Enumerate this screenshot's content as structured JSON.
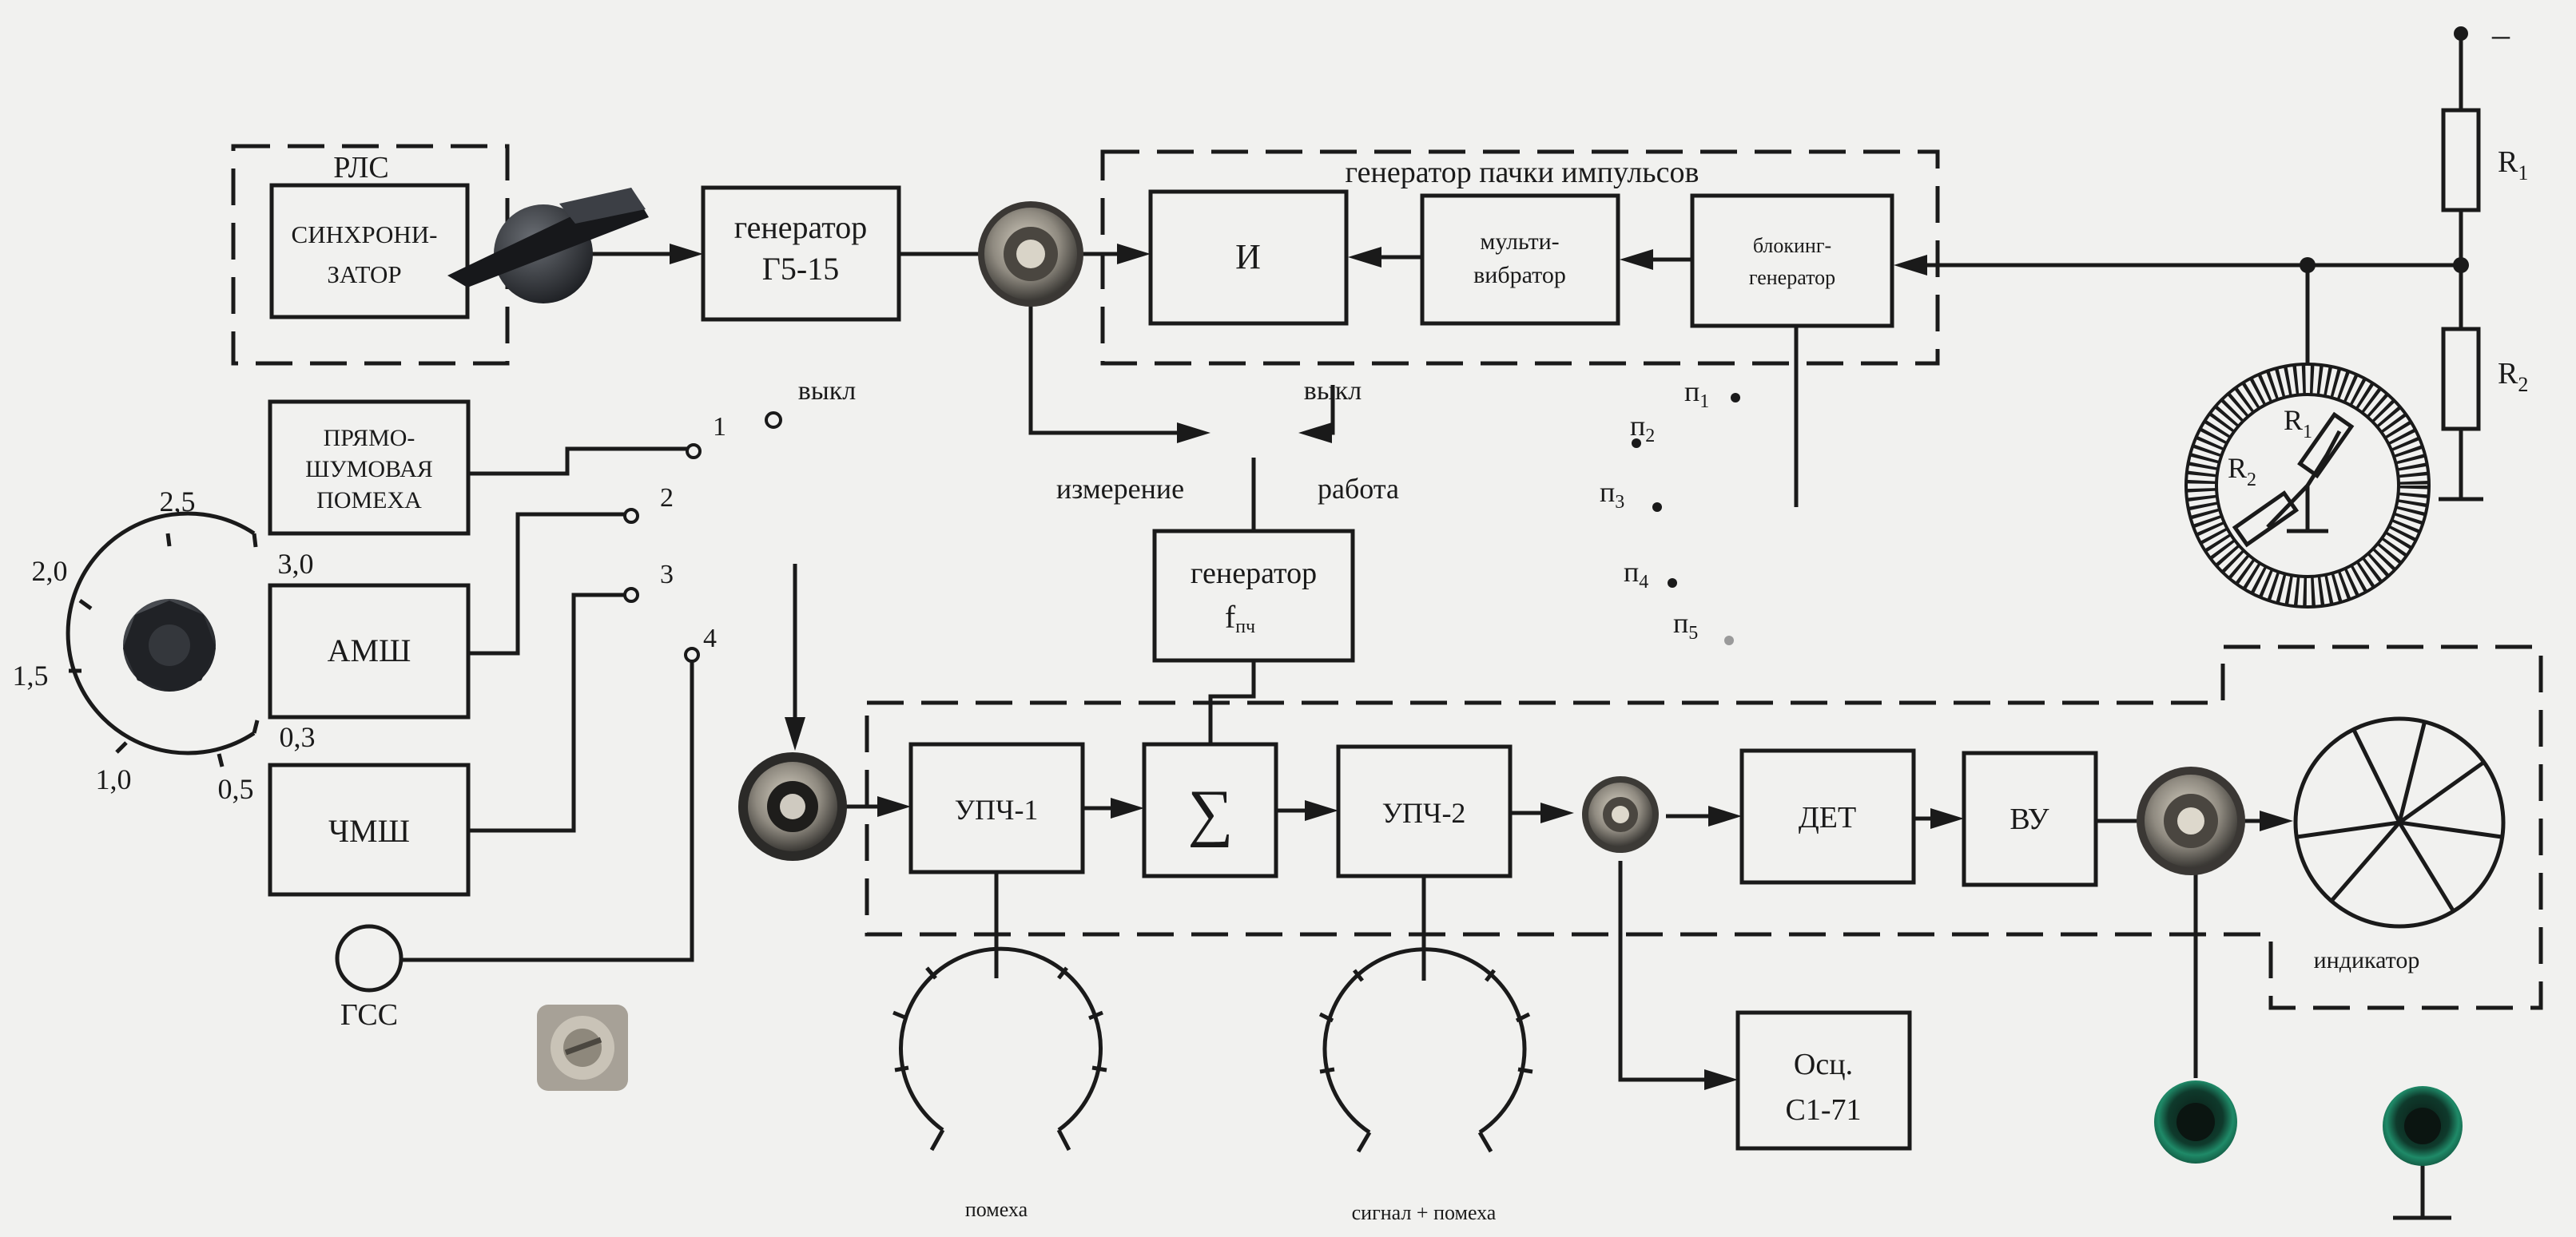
{
  "groups": {
    "rls": "РЛС",
    "pulse_gen": "генератор пачки импульсов"
  },
  "blocks": {
    "sync": [
      "СИНХРОНИ-",
      "ЗАТОР"
    ],
    "gen_g5": [
      "генератор",
      "Г5-15"
    ],
    "and_gate": "И",
    "multivibrator": [
      "мульти-",
      "вибратор"
    ],
    "blocking_gen": [
      "блокинг-",
      "генератор"
    ],
    "direct_noise": [
      "ПРЯМО-",
      "ШУМОВАЯ",
      "ПОМЕХА"
    ],
    "amsh": "АМШ",
    "chmsh": "ЧМШ",
    "gen_fpch_line1": "генератор",
    "gen_fpch_f": "f",
    "gen_fpch_sub": "пч",
    "upch1": "УПЧ-1",
    "summer": "∑",
    "upch2": "УПЧ-2",
    "det": "ДЕТ",
    "vu": "ВУ",
    "osc": [
      "Осц.",
      "С1-71"
    ]
  },
  "labels": {
    "off1": "выкл",
    "off2": "выкл",
    "measure": "измерение",
    "work": "работа",
    "gss": "ГСС",
    "noise": "помеха",
    "signal_noise": "сигнал + помеха",
    "indicator": "индикатор",
    "minus": "–"
  },
  "switch_positions": [
    "1",
    "2",
    "3",
    "4"
  ],
  "taps": [
    {
      "letter": "п",
      "sub": "1"
    },
    {
      "letter": "п",
      "sub": "2"
    },
    {
      "letter": "п",
      "sub": "3"
    },
    {
      "letter": "п",
      "sub": "4"
    },
    {
      "letter": "п",
      "sub": "5"
    }
  ],
  "resistors": {
    "r1": {
      "letter": "R",
      "sub": "1"
    },
    "r2": {
      "letter": "R",
      "sub": "2"
    }
  },
  "dial_scale": [
    "2,5",
    "3,0",
    "2,0",
    "1,5",
    "1,0",
    "0,5",
    "0,3"
  ]
}
